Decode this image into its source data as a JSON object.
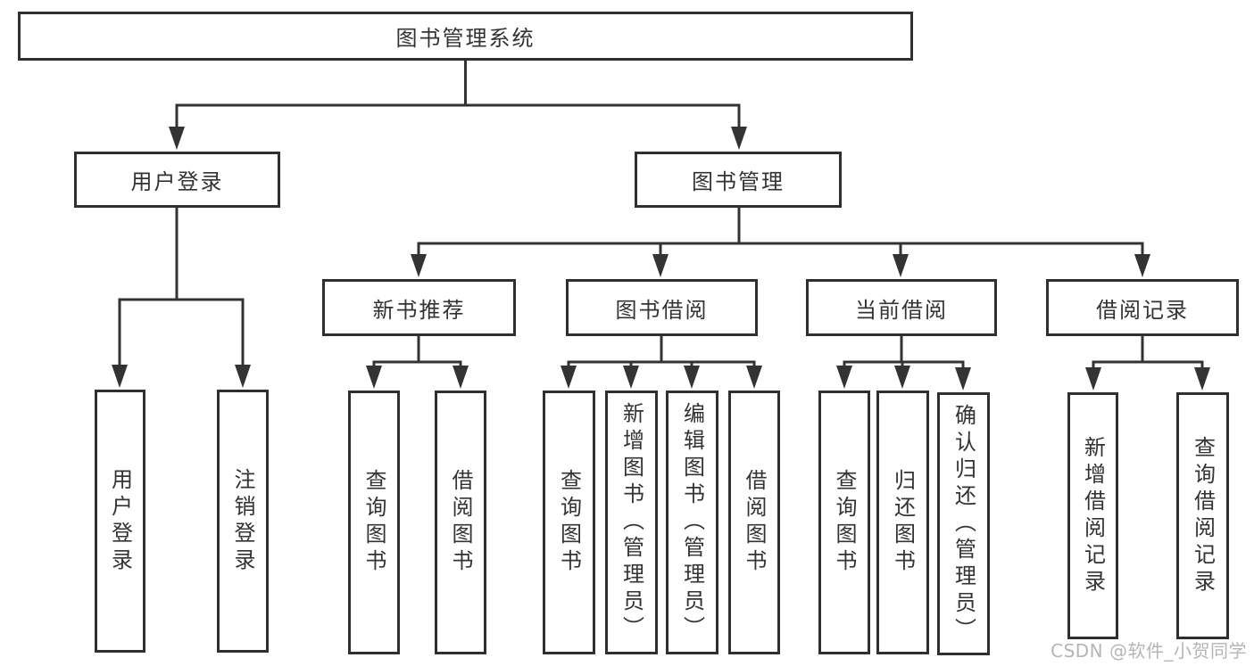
{
  "watermark": "CSDN @软件_小贺同学",
  "colors": {
    "line": "#333333",
    "box-border": "#2f2f2f",
    "text": "#333333",
    "watermark": "#b5b5b5",
    "background": "#ffffff"
  },
  "diagram": {
    "root": {
      "label": "图书管理系统"
    },
    "branches": [
      {
        "label": "用户登录",
        "children": [
          {
            "label": "用户登录"
          },
          {
            "label": "注销登录"
          }
        ]
      },
      {
        "label": "图书管理",
        "children": [
          {
            "label": "新书推荐",
            "children": [
              {
                "label": "查询图书"
              },
              {
                "label": "借阅图书"
              }
            ]
          },
          {
            "label": "图书借阅",
            "children": [
              {
                "label": "查询图书"
              },
              {
                "label": "新增图书（管理员）"
              },
              {
                "label": "编辑图书（管理员）"
              },
              {
                "label": "借阅图书"
              }
            ]
          },
          {
            "label": "当前借阅",
            "children": [
              {
                "label": "查询图书"
              },
              {
                "label": "归还图书"
              },
              {
                "label": "确认归还（管理员）"
              }
            ]
          },
          {
            "label": "借阅记录",
            "children": [
              {
                "label": "新增借阅记录"
              },
              {
                "label": "查询借阅记录"
              }
            ]
          }
        ]
      }
    ]
  }
}
